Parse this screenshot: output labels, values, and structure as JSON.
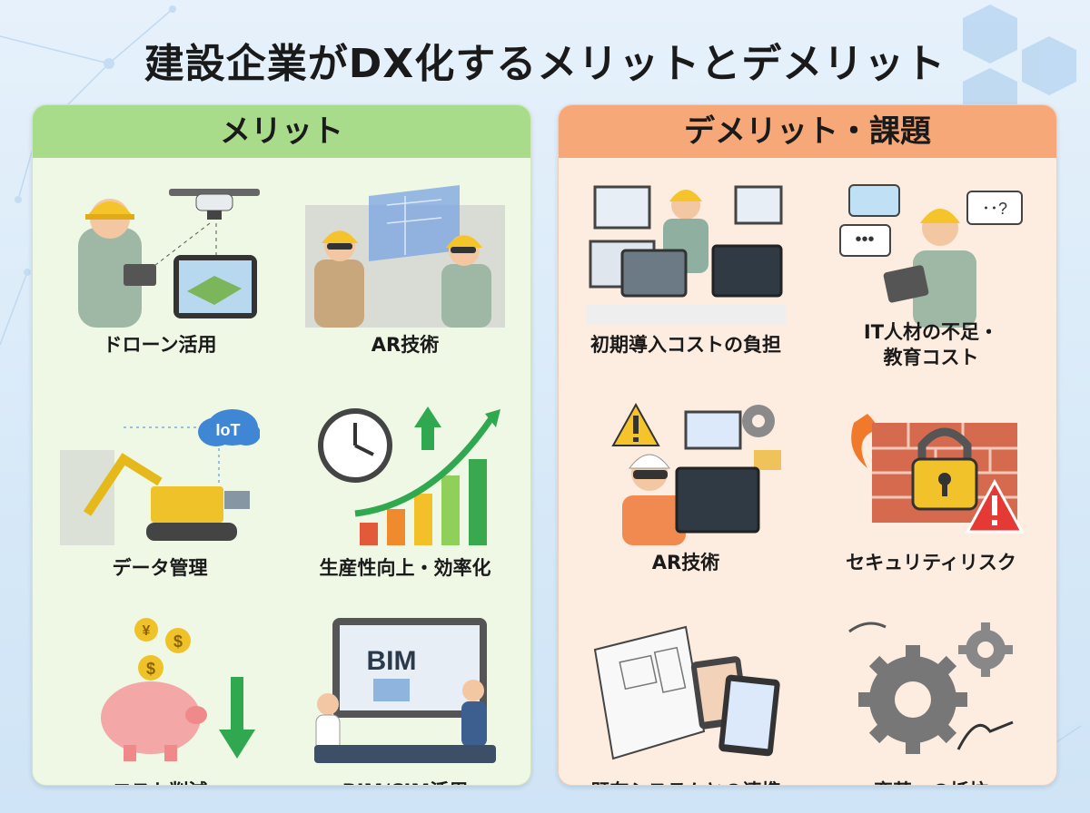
{
  "title": "建設企業がDX化するメリットとデメリット",
  "merits": {
    "heading": "メリット",
    "items": [
      {
        "label": "ドローン活用",
        "icon": "drone-icon"
      },
      {
        "label": "AR技術",
        "icon": "ar-glasses-icon"
      },
      {
        "label": "データ管理",
        "icon": "iot-cloud-icon"
      },
      {
        "label": "生産性向上・効率化",
        "icon": "growth-chart-icon"
      },
      {
        "label": "コスト削減",
        "icon": "piggy-bank-icon"
      },
      {
        "label": "BIM/CIM活用",
        "icon": "bim-screen-icon"
      }
    ],
    "iot_text": "IoT",
    "bim_text": "BIM",
    "currency_yen": "¥",
    "currency_dollar": "$"
  },
  "demerits": {
    "heading": "デメリット・課題",
    "items": [
      {
        "label": "初期導入コストの負担",
        "icon": "monitors-icon"
      },
      {
        "label": "IT人材の不足・\n教育コスト",
        "icon": "confused-worker-icon"
      },
      {
        "label": "AR技術",
        "icon": "warning-vr-icon"
      },
      {
        "label": "セキュリティリスク",
        "icon": "firewall-lock-icon"
      },
      {
        "label": "既存システムとの連携",
        "icon": "blueprint-tablet-icon"
      },
      {
        "label": "変革への抵抗",
        "icon": "gears-icon"
      }
    ],
    "bubble_text": "･･?"
  },
  "colors": {
    "merit_header": "#a9dc8a",
    "demerit_header": "#f7a878",
    "accent_green": "#2fa84f",
    "accent_red": "#e53935"
  }
}
